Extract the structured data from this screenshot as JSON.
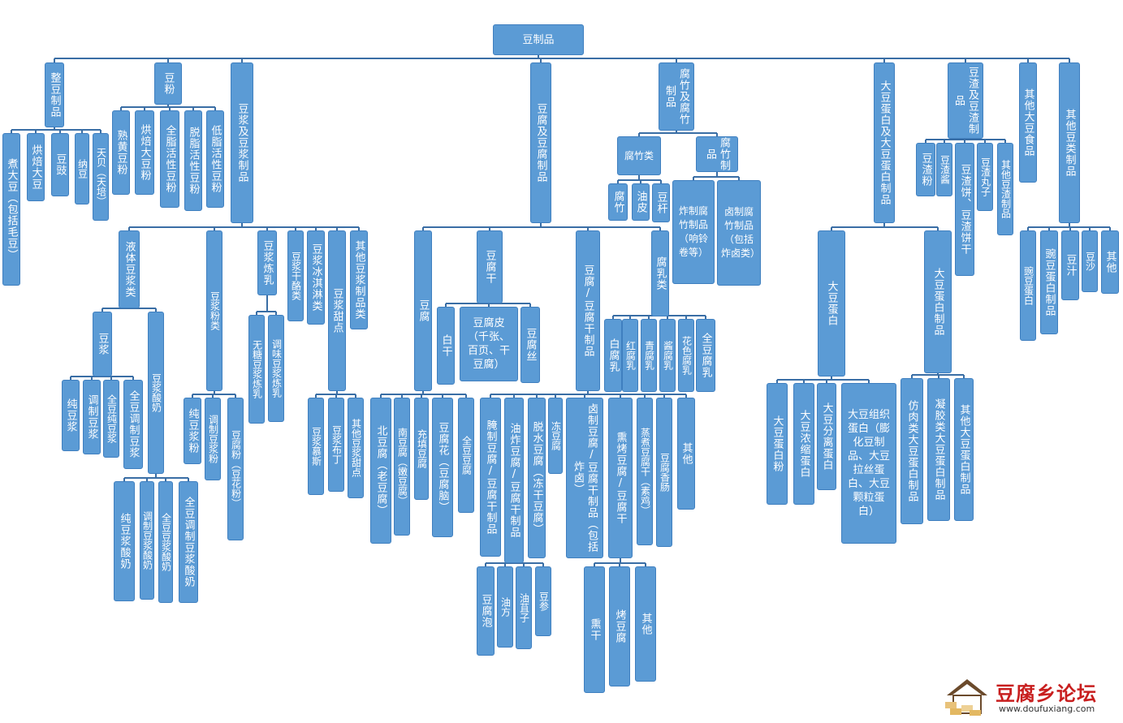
{
  "root": "豆制品",
  "nodes": {
    "zhengdou": "整豆制品",
    "zhudadou": "煮大豆（包括毛豆）",
    "hongbei_dadou": "烘焙大豆",
    "douchi": "豆豉",
    "natto": "纳豆",
    "tianbei": "天贝（天培）",
    "doufen": "豆粉",
    "shuhuang": "熟黄豆粉",
    "hongbei_doufen": "烘焙大豆粉",
    "quanzhi": "全脂活性豆粉",
    "tuozhi": "脱脂活性豆粉",
    "dizhi": "低脂活性豆粉",
    "doujiang_zhipin": "豆浆及豆浆制品",
    "yeti": "液体豆浆类",
    "doujiang": "豆浆",
    "chun_doujiang": "纯豆浆",
    "tiaozhi_doujiang": "调制豆浆",
    "quan_chun": "全豆纯豆浆",
    "quan_tiao": "全豆调制豆浆",
    "doujiang_suannai": "豆浆酸奶",
    "chun_suannai": "纯豆浆酸奶",
    "tiao_suannai": "调制豆浆酸奶",
    "quan_suannai": "全豆豆浆酸奶",
    "quan_tiao_suannai": "全豆调制豆浆酸奶",
    "doujiangfen_lei": "豆浆粉类",
    "chun_fen": "纯豆浆粉",
    "tiao_fen": "调制豆浆粉",
    "doufufen": "豆腐粉（豆花粉）",
    "lianru": "豆浆炼乳",
    "wutang_lianru": "无糖豆浆炼乳",
    "tiaowei_lianru": "调味豆浆炼乳",
    "ganlao": "豆浆干酪类",
    "bingqilin": "豆浆冰淇淋类",
    "tiandian": "豆浆甜点",
    "mousse": "豆浆慕斯",
    "budding": "豆浆布丁",
    "qita_tiandian": "其他豆浆甜点",
    "qita_doujiang": "其他豆浆制品类",
    "doufu_zhipin": "豆腐及豆腐制品",
    "doufu": "豆腐",
    "bei_doufu": "北豆腐（老豆腐）",
    "nan_doufu": "南豆腐（嫩豆腐）",
    "chongtian": "充填豆腐",
    "douhua": "豆腐花（豆腐脑）",
    "quandou_doufu": "全豆豆腐",
    "doufugan": "豆腐干",
    "baigan": "白干",
    "doufupi": "豆腐皮（千张、百页、干豆腐）",
    "doufusi": "豆腐丝",
    "doufu_gan_zhipin": "豆腐/豆腐干制品",
    "yanzhi": "腌制豆腐/豆腐干制品",
    "youzha": "油炸豆腐/豆腐干制品",
    "tuoshui": "脱水豆腐（冻干豆腐）",
    "dong_doufu": "冻豆腐",
    "dou_paopao": "豆腐泡",
    "youfang": "油方",
    "youmianzi": "油苴子",
    "doushen": "豆参",
    "luzhi": "卤制豆腐/豆腐干制品（包括炸卤）",
    "xunkao": "熏烤豆腐/豆腐干",
    "xungan": "熏干",
    "kao_doufu": "烤豆腐",
    "qita_xunkao": "其他",
    "zhengzhu": "蒸煮豆腐干（素鸡）",
    "xiangchang": "豆腐香肠",
    "qita_doufu": "其他",
    "furu": "腐乳类",
    "bai_furu": "白腐乳",
    "hong_furu": "红腐乳",
    "qing_furu": "青腐乳",
    "jiang_furu": "酱腐乳",
    "huase_furu": "花色腐乳",
    "quandou_furu": "全豆腐乳",
    "fuzhu": "腐竹及腐竹制品",
    "fuzhulei": "腐竹类",
    "fuzhu_leaf": "腐竹",
    "youpi": "油皮",
    "dougan_gan": "豆杆",
    "fuzhu_zhipin": "腐竹制品",
    "zha_fuzhu": "炸制腐竹制品（响铃卷等）",
    "lu_fuzhu": "卤制腐竹制品（包括炸卤类）",
    "danbai": "大豆蛋白及大豆蛋白制品",
    "dadou_danbai": "大豆蛋白",
    "danbaifen": "大豆蛋白粉",
    "nongsuo": "大豆浓缩蛋白",
    "fenli": "大豆分离蛋白",
    "zuzhi": "大豆组织蛋白（膨化豆制品、大豆拉丝蛋白、大豆颗粒蛋白）",
    "danbai_zhipin": "大豆蛋白制品",
    "fangrou": "仿肉类大豆蛋白制品",
    "ningjiao": "凝胶类大豆蛋白制品",
    "qita_danbai": "其他大豆蛋白制品",
    "douzha_zhipin": "豆渣及豆渣制品",
    "douzha_fen": "豆渣粉",
    "douzha_jiang": "豆渣酱",
    "douzha_bing": "豆渣饼、豆渣饼干",
    "douzha_wanzi": "豆渣丸子",
    "qita_douzha": "其他豆渣制品",
    "qita_shipin": "其他大豆食品",
    "qita_doulei": "其他豆类制品",
    "wandou_danbai": "豌豆蛋白",
    "wandou_zhipin": "豌豆蛋白制品",
    "douzhi": "豆汁",
    "dousha": "豆沙",
    "qita_last": "其他"
  },
  "watermark": {
    "title": "豆腐乡论坛",
    "url": "www.doufuxiang.com"
  },
  "colors": {
    "node_fill": "#5b9bd5",
    "node_border": "#3f7fbf",
    "connector": "#3a6ea5",
    "watermark_red": "#c81e1e"
  }
}
